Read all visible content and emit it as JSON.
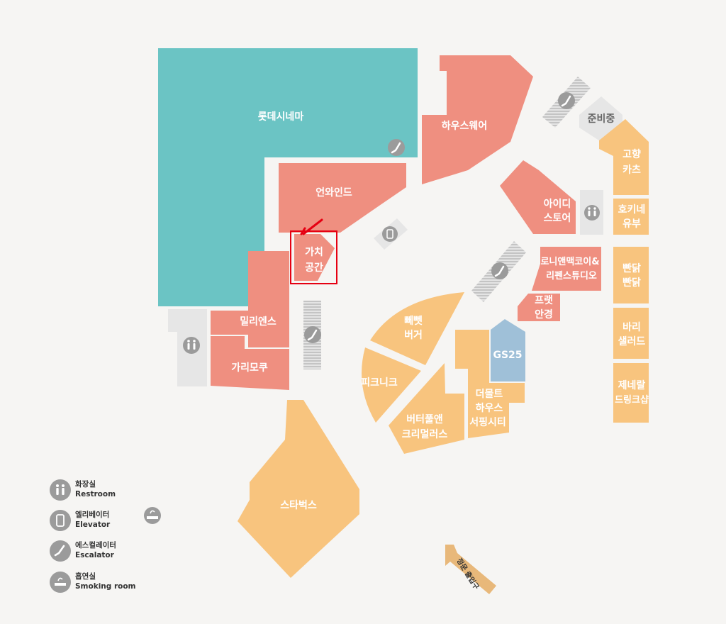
{
  "colors": {
    "teal": "#6bc4c4",
    "salmon": "#ef8f80",
    "peach": "#f8c47e",
    "blue": "#9fc0d8",
    "gray": "#e6e6e6",
    "icon": "#9b9b9b",
    "highlight": "#e60012"
  },
  "stores": {
    "lotte_cinema": "롯데시네마",
    "house_wear": "하우스웨어",
    "preparing": "준비중",
    "gohyang_line1": "고향",
    "gohyang_line2": "카츠",
    "unwind": "언와인드",
    "idi_line1": "아이디",
    "idi_line2": "스토어",
    "hokine_line1": "호키네",
    "hokine_line2": "유부",
    "gachi_line1": "가치",
    "gachi_line2": "공간",
    "ronnie_line1": "로니앤맥코이&",
    "ronnie_line2": "리펜스튜디오",
    "bbandak1_line1": "빤닭",
    "bbandak1_line2": "빤닭",
    "millience": "밀리엔스",
    "garimoku": "가리모쿠",
    "frat_line1": "프랫",
    "frat_line2": "안경",
    "bbet_line1": "뻬뻿",
    "bbet_line2": "버거",
    "bari_line1": "바리",
    "bari_line2": "샐러드",
    "gs25": "GS25",
    "picnic": "피크니크",
    "general_line1": "제네랄",
    "general_line2": "드링크샵",
    "butter_line1": "버터풀앤",
    "butter_line2": "크리멀러스",
    "tumult_line1": "더몰트",
    "tumult_line2": "하우스",
    "tumult_line3": "서핑시티",
    "starbucks": "스타벅스"
  },
  "entrance": "정문 출입구",
  "legend": [
    {
      "icon": "restroom-icon",
      "ko": "화장실",
      "en": "Restroom"
    },
    {
      "icon": "elevator-icon",
      "ko": "엘리베이터",
      "en": "Elevator"
    },
    {
      "icon": "escalator-icon",
      "ko": "에스컬레이터",
      "en": "Escalator"
    },
    {
      "icon": "smoking-room-icon",
      "ko": "흡연실",
      "en": "Smoking room"
    }
  ]
}
